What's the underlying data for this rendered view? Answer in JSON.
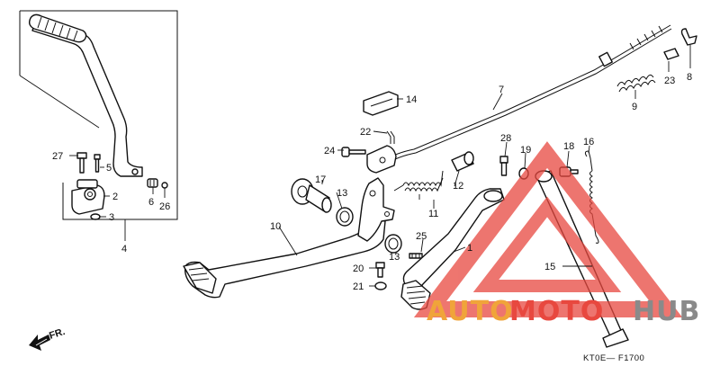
{
  "diagram_code": "KT0E— F1700",
  "front_marker": "FR.",
  "watermark": {
    "brand_part1": "AUTO",
    "brand_part2": "MOTO",
    "brand_part3": "HUB",
    "color_orange": "#f0a43a",
    "color_red": "#e8483f",
    "color_gray": "#8a8a8a"
  },
  "callouts": {
    "c1": "1",
    "c2": "2",
    "c3": "3",
    "c4": "4",
    "c5": "5",
    "c6": "6",
    "c7": "7",
    "c8": "8",
    "c9": "9",
    "c10": "10",
    "c11": "11",
    "c12": "12",
    "c13a": "13",
    "c13b": "13",
    "c14": "14",
    "c15": "15",
    "c16": "16",
    "c17": "17",
    "c18": "18",
    "c19": "19",
    "c20": "20",
    "c21": "21",
    "c22": "22",
    "c23": "23",
    "c24": "24",
    "c25": "25",
    "c26": "26",
    "c27": "27"
  }
}
